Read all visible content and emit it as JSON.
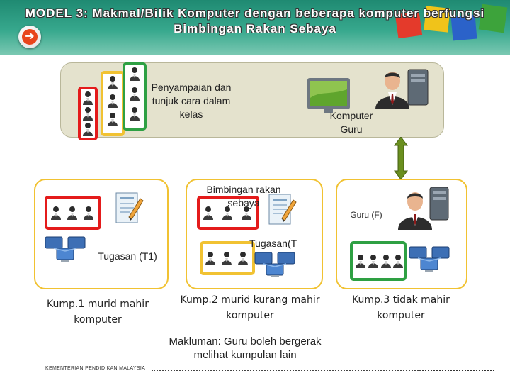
{
  "header": {
    "title_line1": "MODEL 3: Makmal/Bilik Komputer dengan beberapa komputer berfungsi",
    "title_line2": "Bimbingan Rakan Sebaya"
  },
  "top_panel": {
    "label_delivery": "Penyampaian dan tunjuk cara dalam kelas",
    "label_teacher_pc": "Komputer Guru"
  },
  "groups": [
    {
      "caption": "Kump.1 murid mahir komputer",
      "task_label": "Tugasan (T1)",
      "color": "#e41b1b"
    },
    {
      "caption": "Kump.2 murid kurang mahir komputer",
      "peer_label": "Bimbingan rakan sebaya",
      "task_label": "Tugasan(T",
      "color": "#f1c232"
    },
    {
      "caption": "Kump.3 tidak mahir komputer",
      "teacher_label": "Guru (F)",
      "color": "#2ea043"
    }
  ],
  "note": "Makluman: Guru  boleh bergerak melihat kumpulan lain",
  "footer": "KEMENTERIAN PENDIDIKAN MALAYSIA",
  "icons": {
    "nav": "arrow-right-icon",
    "student": "student-icon",
    "teacher": "teacher-icon",
    "computer": "computer-icon",
    "networked_computers": "networked-computers-icon",
    "assignment": "assignment-document-icon",
    "link": "double-arrow-icon"
  },
  "colors": {
    "red": "#e41b1b",
    "yellow": "#f1c232",
    "green": "#2ea043",
    "panel": "#e4e2cd",
    "header": "#2f9a80"
  }
}
